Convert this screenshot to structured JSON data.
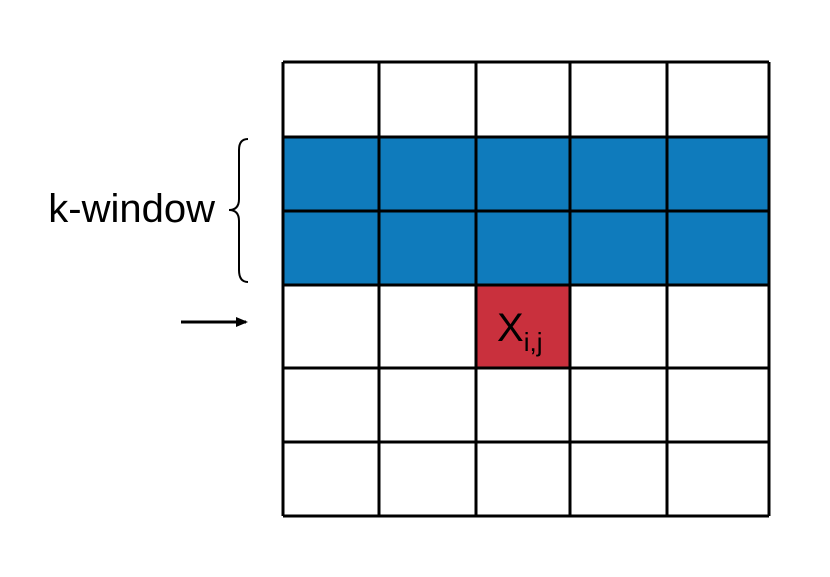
{
  "labels": {
    "window": "k-window",
    "cell_main": "X",
    "cell_sub": "i,j"
  },
  "grid": {
    "rows": 6,
    "cols": 5,
    "highlight_rows": [
      1,
      2
    ],
    "target_cell": {
      "row": 3,
      "col": 2
    }
  },
  "colors": {
    "window_fill": "#0f7bbc",
    "target_fill": "#c9303d",
    "line": "#000000",
    "background": "#ffffff"
  },
  "icons": {
    "bracket": "left-curly-brace-icon",
    "pointer": "right-arrow-icon"
  }
}
